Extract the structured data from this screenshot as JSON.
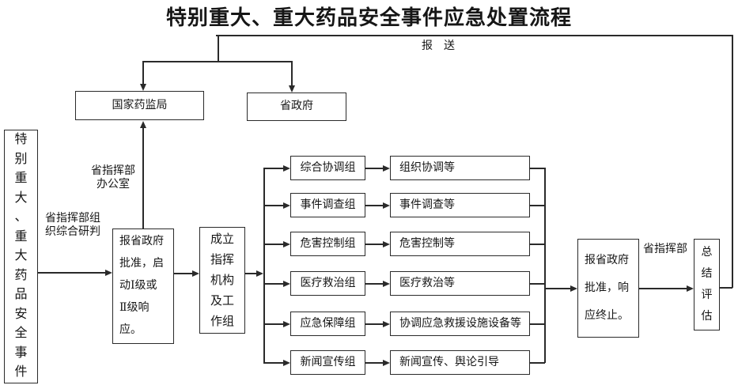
{
  "title": "特别重大、重大药品安全事件应急处置流程",
  "flow": {
    "report_label": "报　送",
    "event_box": "特\n别\n重\n大\n、\n重\n大\n药\n品\n安\n全\n事\n件",
    "nmpa_box": "国家药监局",
    "provincial_gov_box": "省政府",
    "office_label": "省指挥部\n办公室",
    "research_label": "省指挥部组\n织综合研判",
    "approve_start_box": "报省政府\n批准，启\n动Ⅰ级或\nⅡ级响\n应。",
    "setup_box": "成立\n指挥\n机构\n及工\n作组",
    "rows": [
      {
        "group": "综合协调组",
        "task": "组织协调等"
      },
      {
        "group": "事件调查组",
        "task": "事件调查等"
      },
      {
        "group": "危害控制组",
        "task": "危害控制等"
      },
      {
        "group": "医疗救治组",
        "task": "医疗救治等"
      },
      {
        "group": "应急保障组",
        "task": "协调应急救援设施设备等"
      },
      {
        "group": "新闻宣传组",
        "task": "新闻宣传、舆论引导"
      }
    ],
    "approve_end_box": "报省政府\n批准，响\n应终止。",
    "command_label": "省指挥部",
    "evaluate_box": "总\n结\n评\n估"
  },
  "colors": {
    "line": "#2a2a2a",
    "background": "#ffffff",
    "text": "#161616"
  }
}
